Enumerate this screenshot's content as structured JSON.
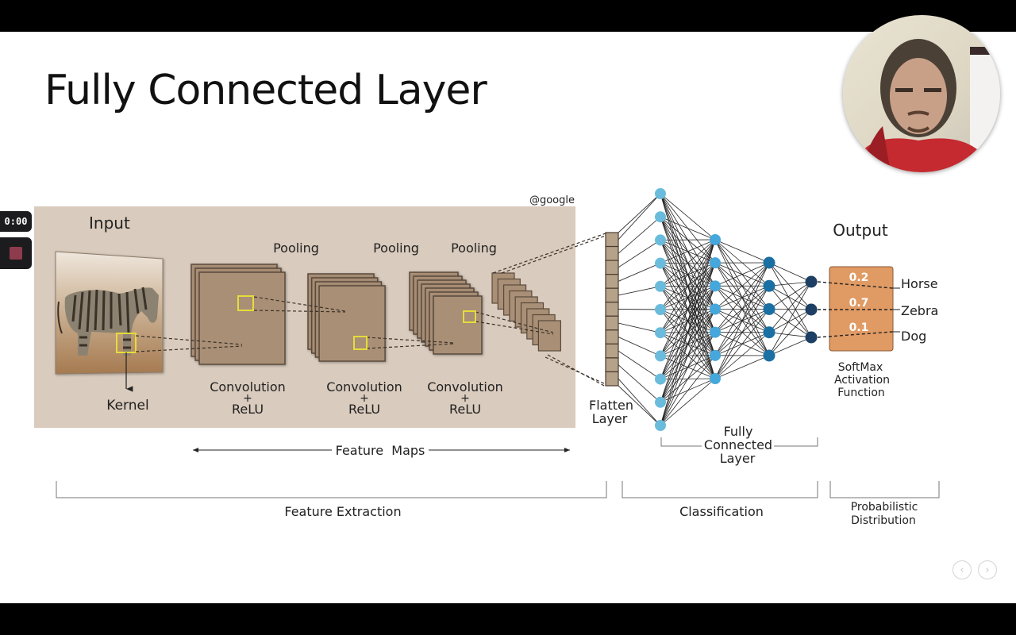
{
  "slide": {
    "title": "Fully Connected Layer"
  },
  "recorder": {
    "timer": "0:00",
    "record_icon": "stop-square-icon",
    "record_color": "#8e3b4d"
  },
  "webcam": {
    "description_icon": "presenter-webcam"
  },
  "navigation": {
    "prev_icon": "chevron-left-icon",
    "next_icon": "chevron-right-icon",
    "prev_glyph": "‹",
    "next_glyph": "›"
  },
  "diagram": {
    "credit": "@google",
    "input_label": "Input",
    "kernel_label": "Kernel",
    "pooling_labels": [
      "Pooling",
      "Pooling",
      "Pooling"
    ],
    "conv_labels": [
      {
        "line1": "Convolution",
        "plus": "+",
        "line2": "ReLU"
      },
      {
        "line1": "Convolution",
        "plus": "+",
        "line2": "ReLU"
      },
      {
        "line1": "Convolution",
        "plus": "+",
        "line2": "ReLU"
      }
    ],
    "feature_maps_label": "Feature  Maps",
    "flatten_label": {
      "line1": "Flatten",
      "line2": "Layer"
    },
    "fc_label": {
      "line1": "Fully",
      "line2": "Connected",
      "line3": "Layer"
    },
    "output_label": "Output",
    "softmax_label": {
      "line1": "SoftMax",
      "line2": "Activation",
      "line3": "Function"
    },
    "outputs": [
      {
        "value": "0.2",
        "class": "Horse"
      },
      {
        "value": "0.7",
        "class": "Zebra"
      },
      {
        "value": "0.1",
        "class": "Dog"
      }
    ],
    "sections": {
      "feature_extraction": "Feature Extraction",
      "classification": "Classification",
      "probabilistic": {
        "line1": "Probabilistic",
        "line2": "Distribution"
      }
    },
    "network_layers": [
      11,
      7,
      5,
      3
    ],
    "flatten_cells": 11,
    "colors": {
      "panel": "#d9cbbd",
      "map_fill": "#a88f76",
      "map_edge": "#5a4a3c",
      "kernel_box": "#e6dc3a",
      "layer1": "#6bbcdc",
      "layer2": "#45a7db",
      "layer3": "#1a6fa3",
      "output_nodes": "#1c3f63",
      "softmax_box": "#e09a63",
      "flatten_fill": "#b5a289"
    }
  }
}
